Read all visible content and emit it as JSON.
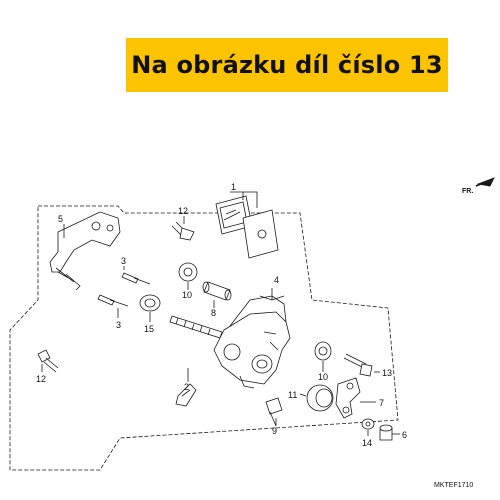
{
  "banner": {
    "text": "Na obrázku díl číslo 13"
  },
  "direction": {
    "label": "FR."
  },
  "diagram_code": "MKTEF1710",
  "callouts": {
    "c1": "1",
    "c2": "2",
    "c3a": "3",
    "c3b": "3",
    "c4": "4",
    "c5": "5",
    "c6": "6",
    "c7": "7",
    "c8": "8",
    "c9": "9",
    "c10a": "10",
    "c10b": "10",
    "c11": "11",
    "c12a": "12",
    "c12b": "12",
    "c13": "13",
    "c14": "14",
    "c15": "15"
  },
  "colors": {
    "banner_bg": "#fcc300",
    "line": "#1a1a1a"
  }
}
